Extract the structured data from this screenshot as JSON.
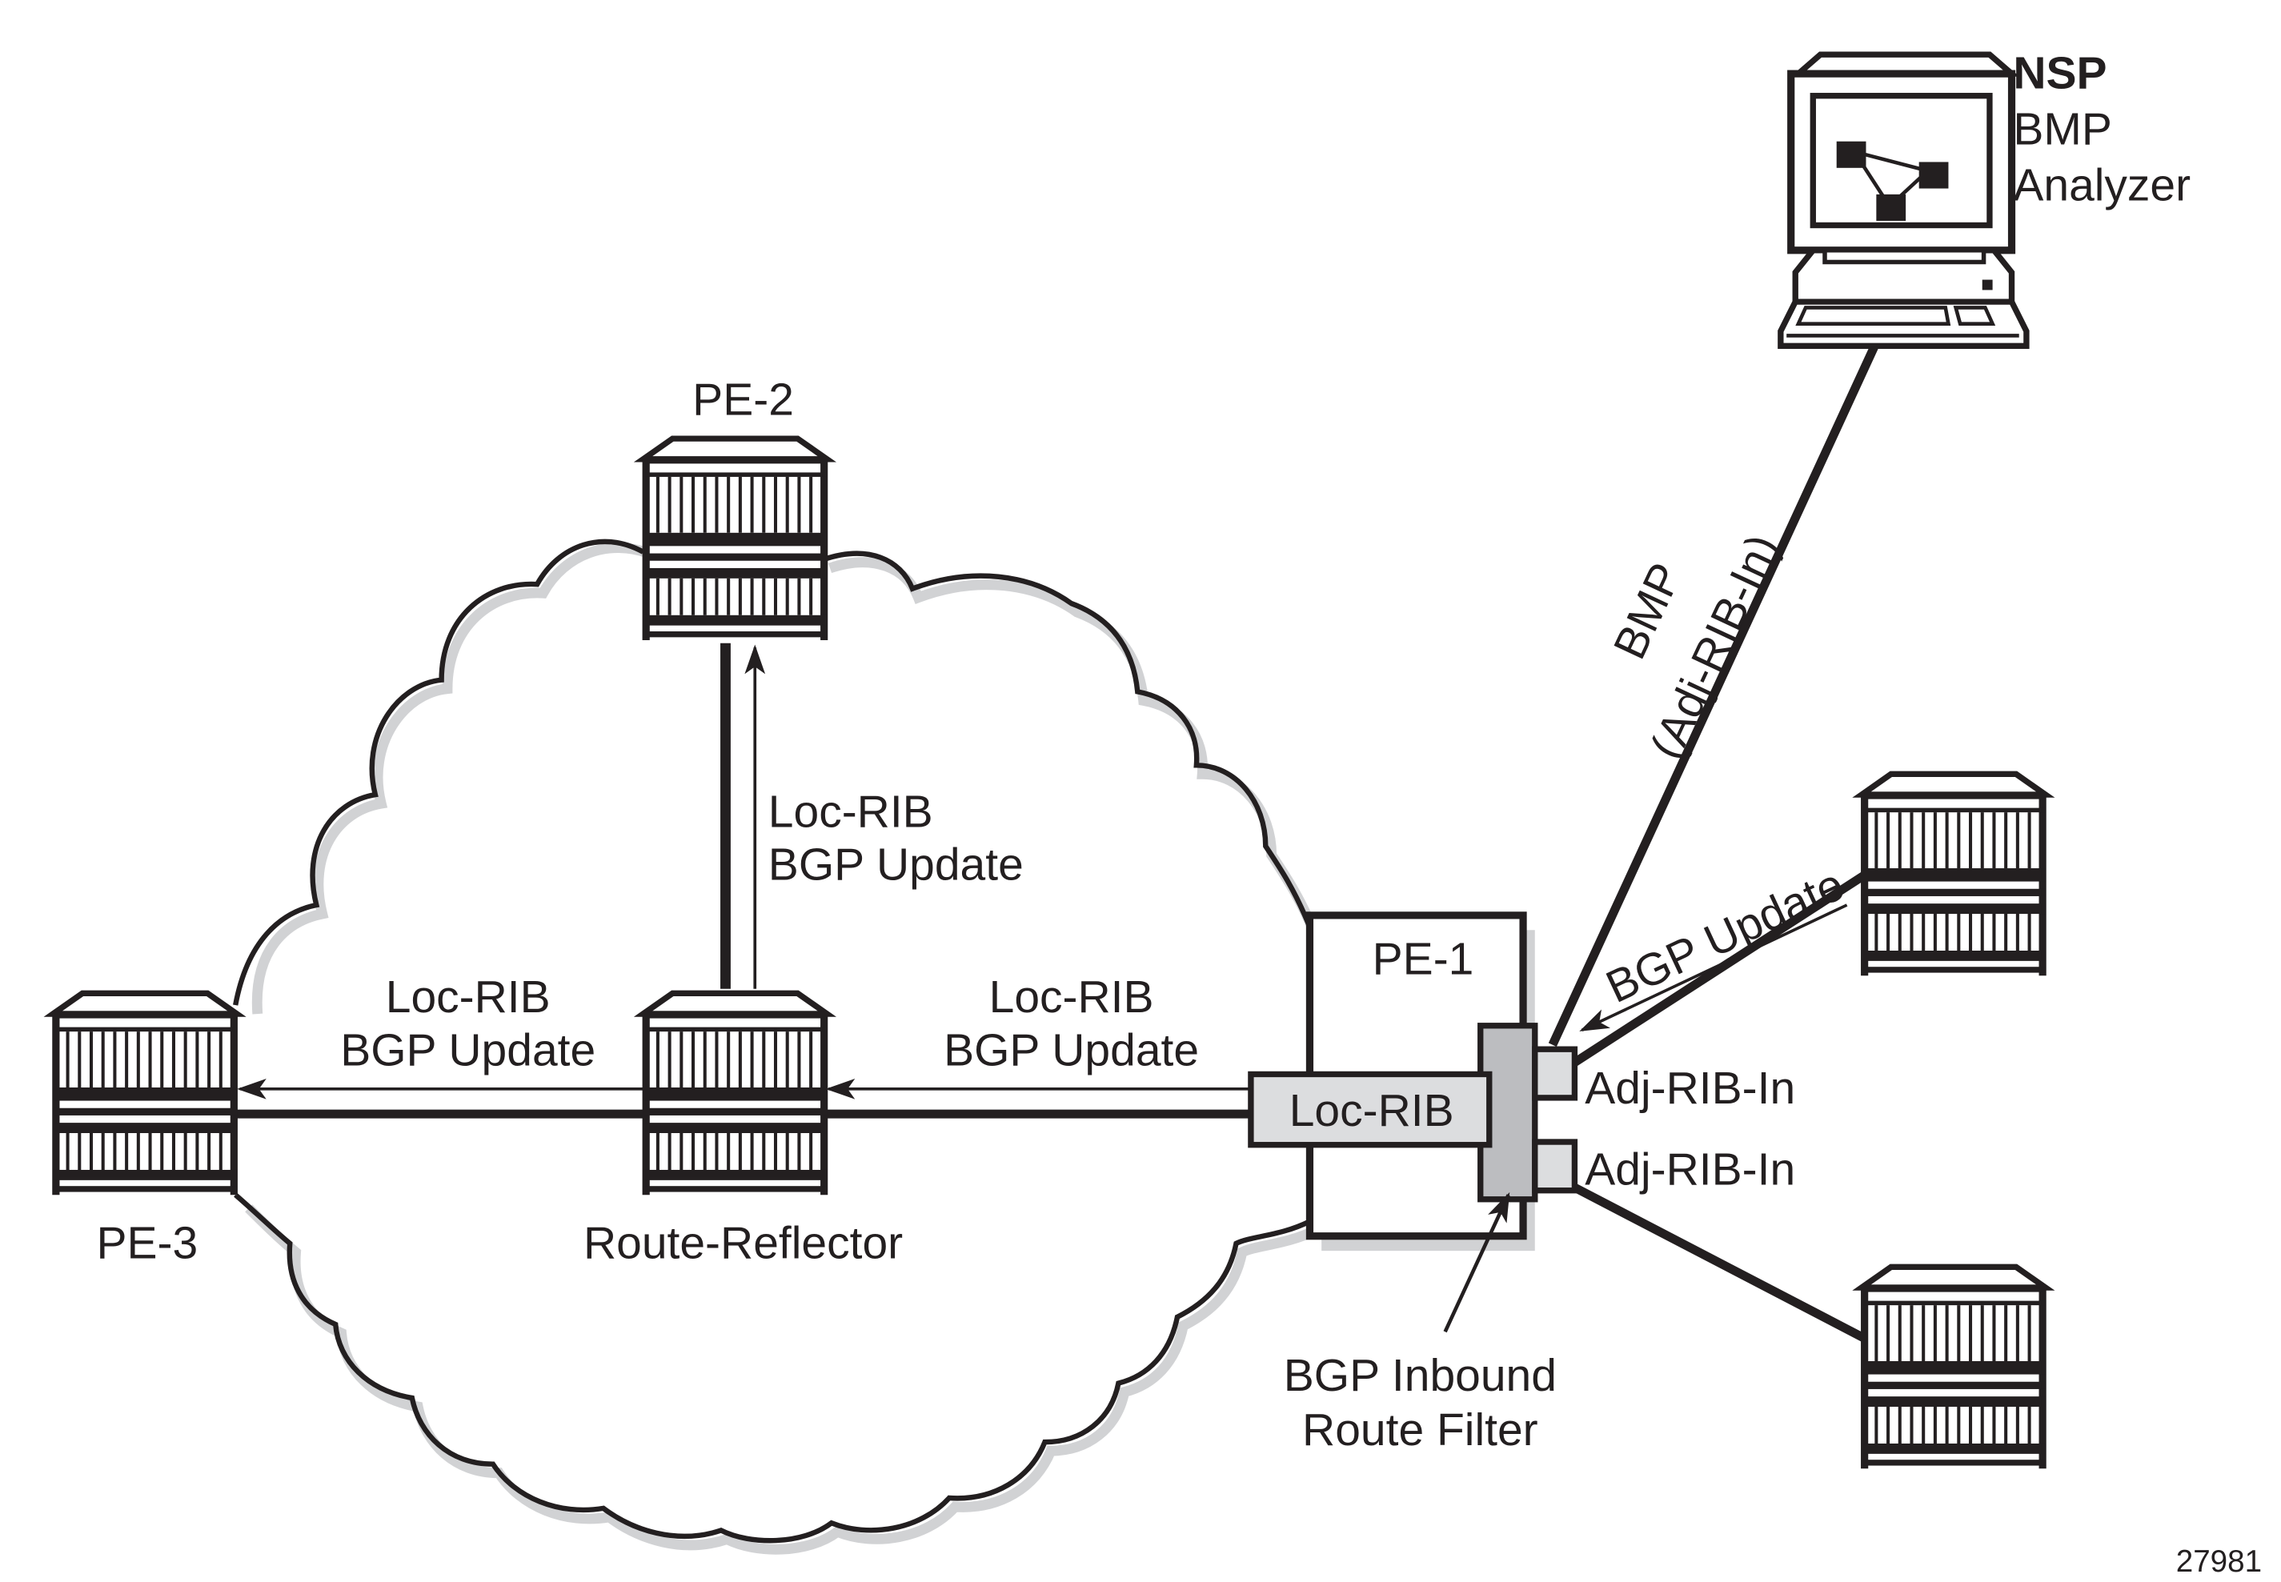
{
  "figure_id": "27981",
  "colors": {
    "ink": "#231f20",
    "box_fill_light": "#dcdddf",
    "filter_fill": "#bcbdc0",
    "shadow": "#d1d2d4"
  },
  "nodes": {
    "nsp": {
      "title": "NSP",
      "line2": "BMP",
      "line3": "Analyzer",
      "icon": "computer-workstation-icon"
    },
    "pe1": {
      "label": "PE-1",
      "loc_rib": "Loc-RIB",
      "adj_rib_in_1": "Adj-RIB-In",
      "adj_rib_in_2": "Adj-RIB-In"
    },
    "pe2": {
      "label": "PE-2",
      "icon": "router-icon"
    },
    "pe3": {
      "label": "PE-3",
      "icon": "router-icon"
    },
    "rr": {
      "label": "Route-Reflector",
      "icon": "router-icon"
    },
    "peer_top": {
      "icon": "router-icon"
    },
    "peer_bottom": {
      "icon": "router-icon"
    },
    "cloud": {
      "icon": "network-cloud-icon"
    }
  },
  "edges": {
    "rr_to_pe2": {
      "line1": "Loc-RIB",
      "line2": "BGP Update"
    },
    "rr_to_pe3": {
      "line1": "Loc-RIB",
      "line2": "BGP Update"
    },
    "pe1_to_rr": {
      "line1": "Loc-RIB",
      "line2": "BGP Update"
    },
    "peer_to_pe1": {
      "label": "BGP Update"
    },
    "pe1_to_nsp": {
      "line1": "BMP",
      "line2": "(Adj-RIB-In)"
    }
  },
  "callouts": {
    "filter": {
      "line1": "BGP Inbound",
      "line2": "Route Filter"
    }
  }
}
